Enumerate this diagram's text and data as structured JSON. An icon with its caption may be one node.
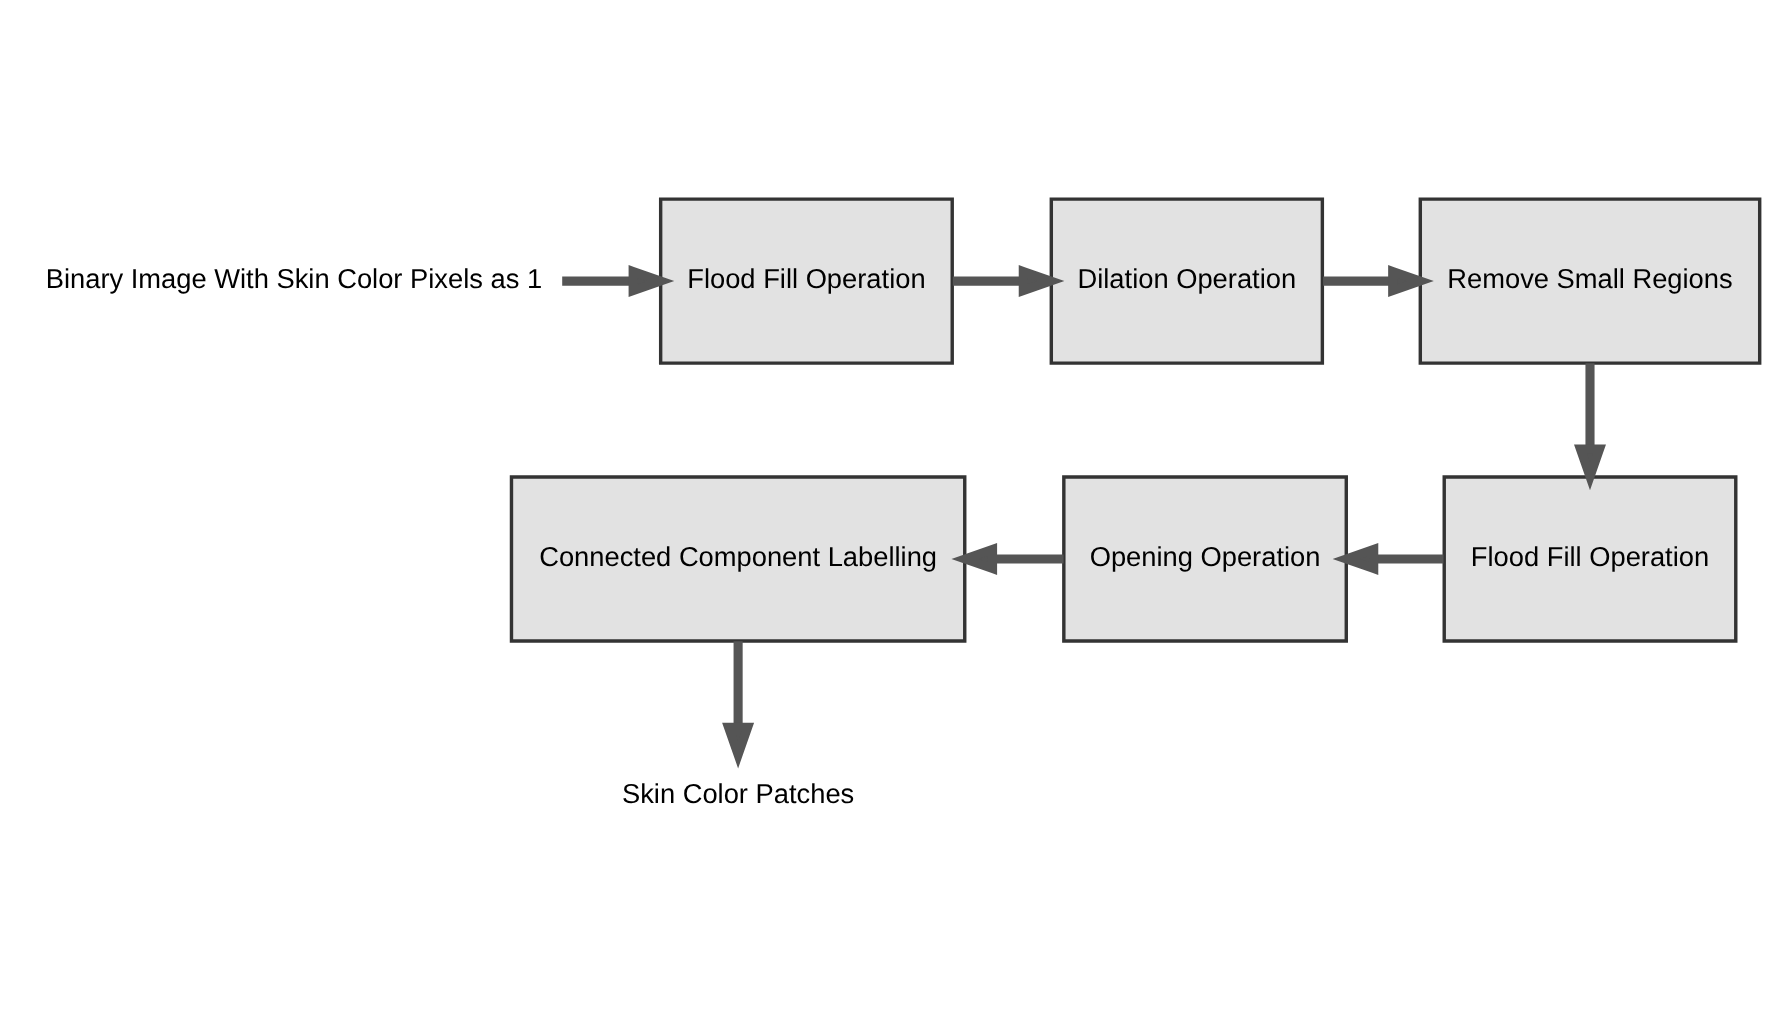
{
  "diagram": {
    "nodes": [
      {
        "text": [
          "Binary Image With Skin Color Pixels as 1"
        ]
      },
      {
        "text": [
          "Flood Fill Operation"
        ]
      },
      {
        "text": [
          "Dilation Operation"
        ]
      },
      {
        "text": [
          "Remove Small Regions"
        ]
      },
      {
        "text": [
          "Flood Fill Operation"
        ]
      },
      {
        "text": [
          "Opening Operation"
        ]
      },
      {
        "text": [
          "Connected Component Labelling"
        ]
      },
      {
        "text": [
          "Skin Color Patches"
        ]
      }
    ],
    "edges": [
      {
        "from": 0,
        "to": 1,
        "arrow": "to"
      },
      {
        "from": 1,
        "to": 2,
        "arrow": "to"
      },
      {
        "from": 2,
        "to": 3,
        "arrow": "to"
      },
      {
        "from": 3,
        "to": 4,
        "arrow": "to"
      },
      {
        "from": 4,
        "to": 5,
        "arrow": "to"
      },
      {
        "from": 5,
        "to": 6,
        "arrow": "to"
      },
      {
        "from": 6,
        "to": 7,
        "arrow": "to"
      }
    ]
  }
}
